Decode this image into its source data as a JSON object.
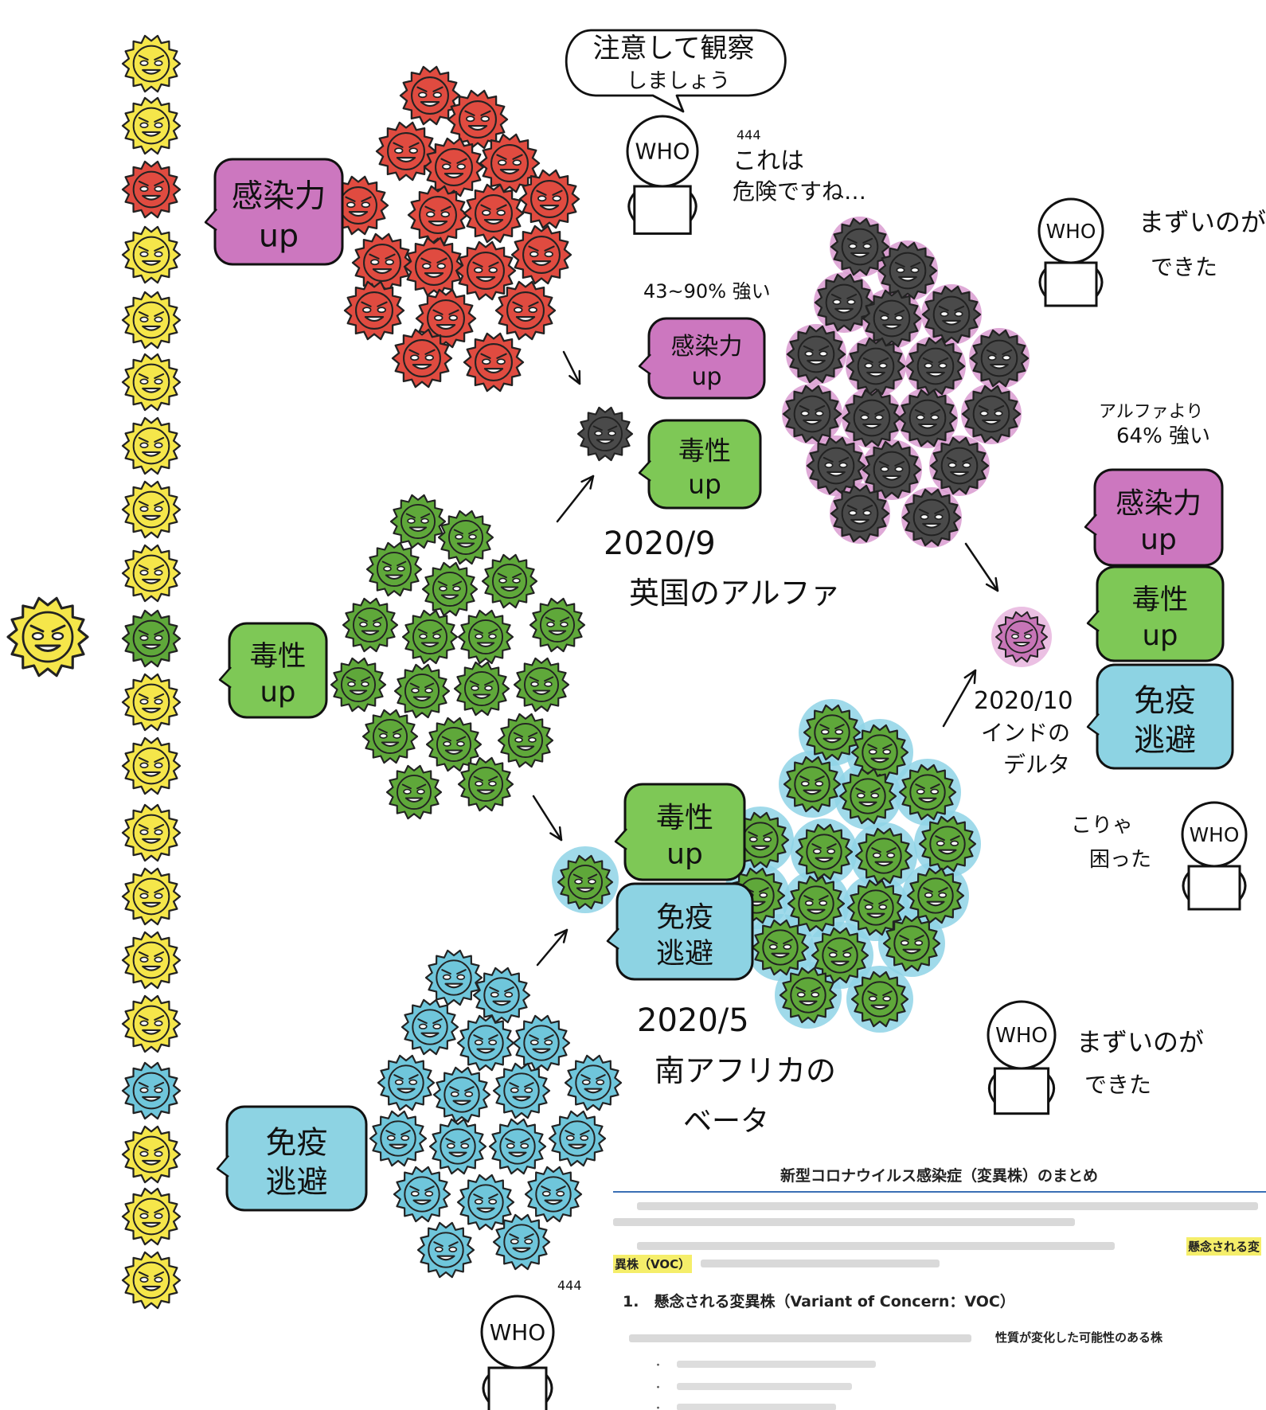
{
  "colors": {
    "yellow": "#f5e64a",
    "red": "#e04b40",
    "black": "#4a4a4a",
    "green": "#5fa83a",
    "blue": "#6fc6db",
    "pink": "#c775b7",
    "tag_pink": "#cc77bf",
    "tag_green": "#7ec856",
    "tag_blue": "#8dd3e3",
    "halo_blue": "#8fd3e6"
  },
  "tags": {
    "infectivity_l1": "感染力",
    "infectivity_l2": "up",
    "virulence_l1": "毒性",
    "virulence_l2": "up",
    "immune_l1": "免疫",
    "immune_l2": "逃避"
  },
  "captions": {
    "speech_l1": "注意して観察",
    "speech_l2": "しましょう",
    "top_who_l1": "これは",
    "top_who_l2": "危険ですね…",
    "sweat": "444",
    "sweat2": "444",
    "alpha_pct": "43~90% 強い",
    "alpha_date": "2020/9",
    "alpha_name": "英国のアルファ",
    "beta_date": "2020/5",
    "beta_name_l1": "南アフリカの",
    "beta_name_l2": "ベータ",
    "delta_pct_l1": "アルファより",
    "delta_pct_l2": "64% 強い",
    "delta_date": "2020/10",
    "delta_name_l1": "インドの",
    "delta_name_l2": "デルタ",
    "who_label": "WHO",
    "who_alpha_l1": "まずいのが",
    "who_alpha_l2": "できた",
    "who_beta_l1": "まずいのが",
    "who_beta_l2": "できた",
    "who_delta_l1": "こりゃ",
    "who_delta_l2": "困った"
  },
  "document": {
    "title": "新型コロナウイルス感染症（変異株）のまとめ",
    "highlight_1": "懸念される変",
    "highlight_2": "異株（VOC）",
    "heading": "1.　懸念される変異株（Variant of Concern：VOC）",
    "strong_text": "性質が変化した可能性のある株",
    "bullet_1": "・",
    "bullet_2": "・",
    "bullet_3": "・"
  }
}
